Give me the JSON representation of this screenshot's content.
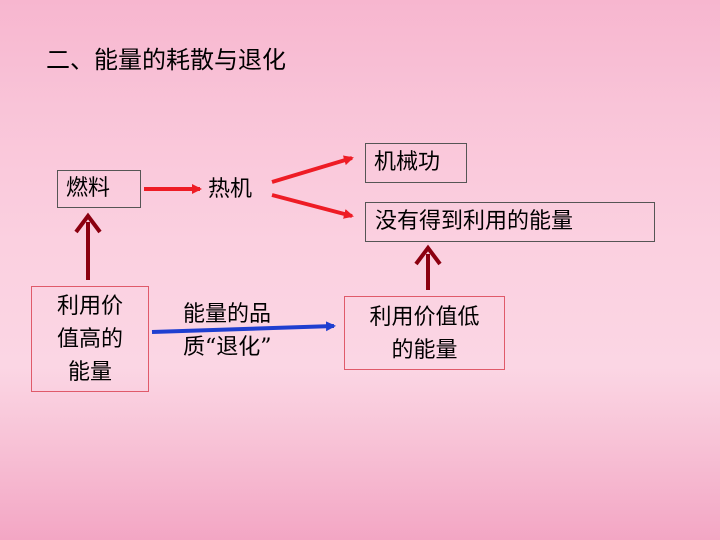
{
  "title": "二、能量的耗散与退化",
  "nodes": {
    "fuel": "燃料",
    "heat_engine": "热机",
    "mechanical_work": "机械功",
    "unused_energy": "没有得到利用的能量",
    "high_value": [
      "利用价",
      "值高的",
      "能量"
    ],
    "low_value": [
      "利用价值低",
      "的能量"
    ]
  },
  "edge_labels": {
    "quality_degradation": [
      "能量的品",
      "质“退化”"
    ]
  },
  "colors": {
    "red_arrow": "#ee1c25",
    "dark_red_arrow": "#8b0010",
    "blue_arrow": "#1f3fd0"
  }
}
